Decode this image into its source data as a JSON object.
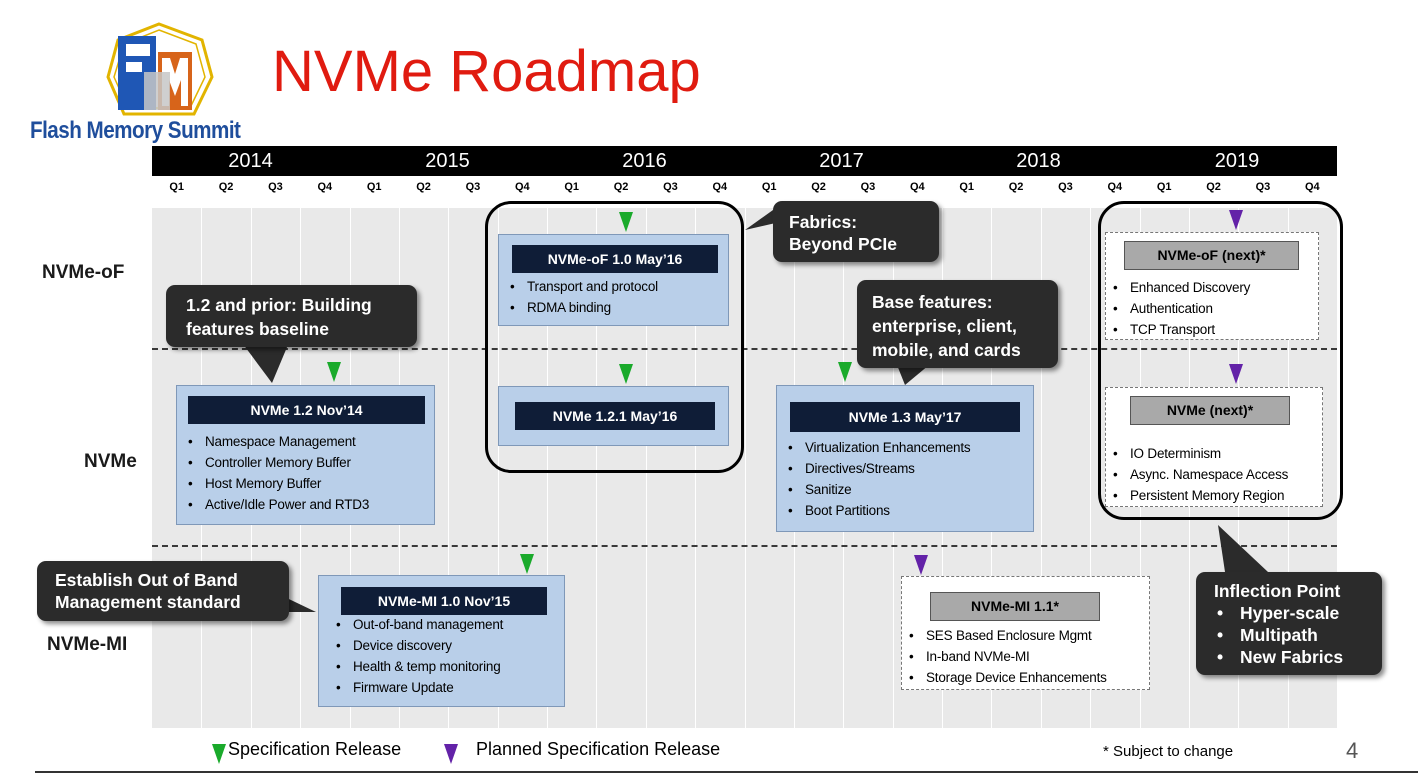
{
  "header": {
    "title": "NVMe Roadmap",
    "brand": "Flash Memory Summit"
  },
  "timeline": {
    "years": [
      "2014",
      "2015",
      "2016",
      "2017",
      "2018",
      "2019"
    ],
    "quarters": [
      "Q1",
      "Q2",
      "Q3",
      "Q4",
      "Q1",
      "Q2",
      "Q3",
      "Q4",
      "Q1",
      "Q2",
      "Q3",
      "Q4",
      "Q1",
      "Q2",
      "Q3",
      "Q4",
      "Q1",
      "Q2",
      "Q3",
      "Q4",
      "Q1",
      "Q2",
      "Q3",
      "Q4"
    ]
  },
  "rows": {
    "nvmeof": "NVMe-oF",
    "nvme": "NVMe",
    "nvmemi": "NVMe-MI"
  },
  "specs": {
    "nvmeof10": {
      "title": "NVMe-oF 1.0 May’16",
      "items": [
        "Transport and protocol",
        "RDMA binding"
      ]
    },
    "nvme121": {
      "title": "NVMe 1.2.1 May’16"
    },
    "nvme12": {
      "title": "NVMe 1.2 Nov’14",
      "items": [
        "Namespace Management",
        "Controller Memory Buffer",
        "Host Memory Buffer",
        "Active/Idle Power and RTD3"
      ]
    },
    "nvme13": {
      "title": "NVMe 1.3 May’17",
      "items": [
        "Virtualization Enhancements",
        "Directives/Streams",
        "Sanitize",
        "Boot Partitions"
      ]
    },
    "nvmemi10": {
      "title": "NVMe-MI 1.0  Nov’15",
      "items": [
        "Out-of-band management",
        "Device discovery",
        "Health & temp monitoring",
        "Firmware Update"
      ]
    },
    "nvmemi11": {
      "title": "NVMe-MI 1.1*",
      "items": [
        "SES Based Enclosure Mgmt",
        "In-band NVMe-MI",
        "Storage Device Enhancements"
      ]
    },
    "nvmeofnext": {
      "title": "NVMe-oF (next)*",
      "items": [
        "Enhanced Discovery",
        "Authentication",
        "TCP Transport"
      ]
    },
    "nvmenext": {
      "title": "NVMe (next)*",
      "items": [
        "IO Determinism",
        "Async. Namespace Access",
        "Persistent Memory Region"
      ]
    }
  },
  "callouts": {
    "building": "1.2 and prior: Building\nfeatures baseline",
    "fabrics": "Fabrics:\nBeyond PCIe",
    "base": "Base features:\nenterprise, client,\nmobile, and cards",
    "oob": "Establish Out of Band\nManagement standard",
    "inflection": {
      "title": "Inflection Point",
      "items": [
        "Hyper-scale",
        "Multipath",
        "New Fabrics"
      ]
    }
  },
  "legend": {
    "release": "Specification Release",
    "planned": "Planned Specification Release"
  },
  "footer": {
    "note": "* Subject to change",
    "page": "4"
  },
  "colors": {
    "title_red": "#e01b10",
    "release_green": "#1aaa2b",
    "planned_purple": "#6322a8",
    "spec_blue": "#b9cfe9",
    "header_navy": "#0f1d37"
  }
}
